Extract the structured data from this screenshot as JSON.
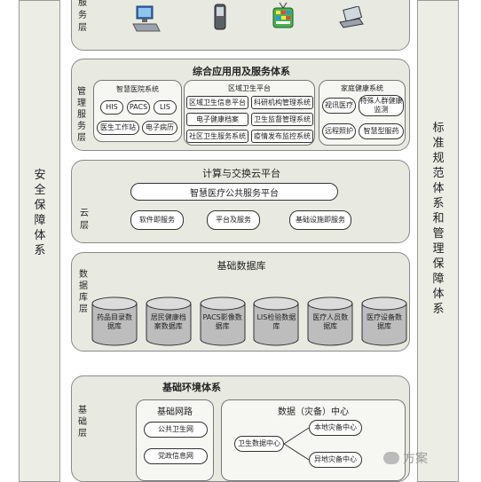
{
  "left_sidebar": {
    "label": "安全保障体系"
  },
  "right_sidebar": {
    "label": "标准规范体系和管理保障体系"
  },
  "service_layer": {
    "label": "服务层"
  },
  "app_layer": {
    "title": "综合应用用及服务体系",
    "side_label": "管理服务层",
    "hospital": {
      "title": "智慧医院系统",
      "items": [
        "HIS",
        "PACS",
        "LIS",
        "医生工作站",
        "电子病历"
      ]
    },
    "regional": {
      "title": "区域卫生平台",
      "items": [
        "区域卫生信息平台",
        "科研机构管理系统",
        "电子健康档案",
        "卫生监督管理系统",
        "社区卫生服务系统",
        "疫情发布监控系统"
      ]
    },
    "family": {
      "title": "家庭健康系统",
      "items": [
        "视讯医疗",
        "特殊人群健康监测",
        "远程照护",
        "智慧型服药"
      ]
    }
  },
  "cloud_layer": {
    "title": "计算与交换云平台",
    "side_label": "云层",
    "platform": "智慧医疗公共服务平台",
    "services": [
      "软件即服务",
      "平台及服务",
      "基础设施即服务"
    ]
  },
  "db_layer": {
    "title": "基础数据库",
    "side_label": "数据库层",
    "databases": [
      "药品目录数据库",
      "居民健康档案数据库",
      "PACS影像数据库",
      "LIS检验数据库",
      "医疗人员数据库",
      "医疗设备数据库"
    ]
  },
  "infra_layer": {
    "title": "基础环境体系",
    "side_label": "基础层",
    "network": {
      "title": "基础网路",
      "items": [
        "公共卫生网",
        "党政信息网"
      ]
    },
    "datacenter": {
      "title": "数据（灾备）中心",
      "center": "卫生数据中心",
      "backups": [
        "本地灾备中心",
        "异地灾备中心"
      ]
    }
  },
  "watermark": "方案"
}
